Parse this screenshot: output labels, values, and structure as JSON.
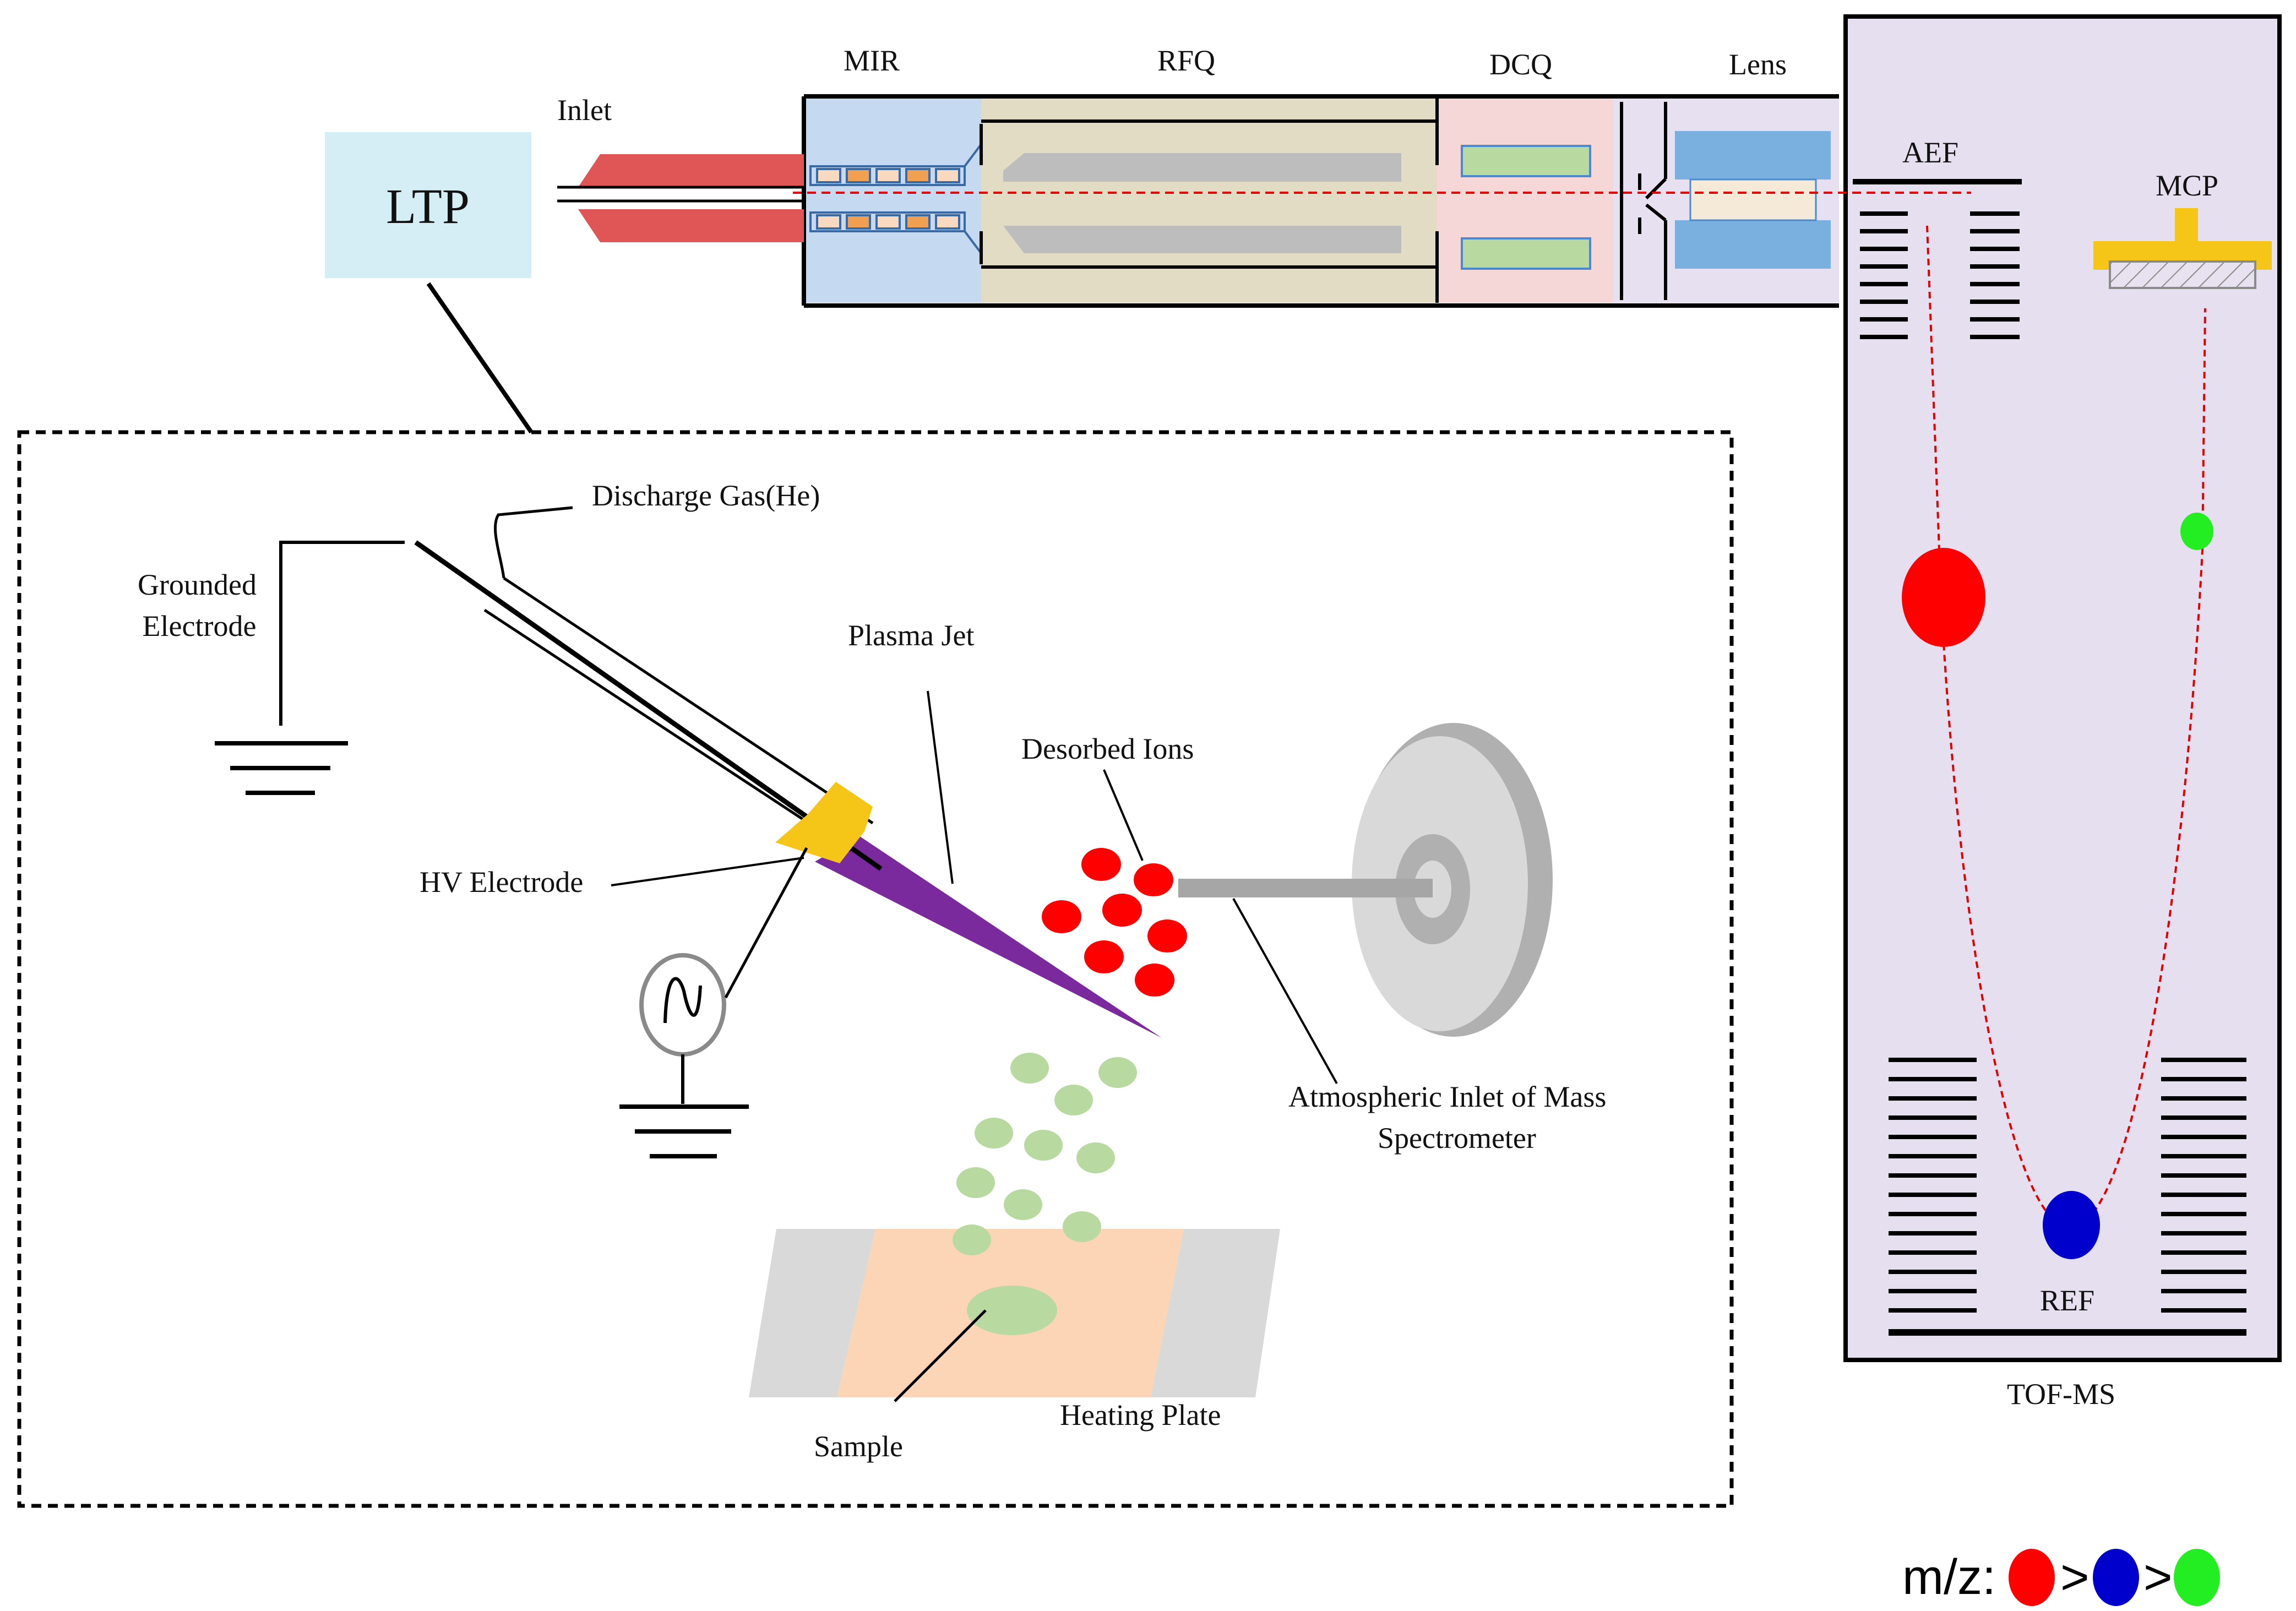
{
  "diagram": {
    "labels": {
      "ltp": "LTP",
      "inlet": "Inlet",
      "mir": "MIR",
      "rfq": "RFQ",
      "dcq": "DCQ",
      "lens": "Lens",
      "aef": "AEF",
      "mcp": "MCP",
      "ref": "REF",
      "tof_ms": "TOF-MS",
      "discharge_gas": "Discharge Gas(He)",
      "grounded_electrode_line1": "Grounded",
      "grounded_electrode_line2": "Electrode",
      "plasma_jet": "Plasma Jet",
      "desorbed_ions": "Desorbed Ions",
      "hv_electrode": "HV Electrode",
      "atmospheric_inlet_line1": "Atmospheric Inlet of Mass",
      "atmospheric_inlet_line2": "Spectrometer",
      "sample": "Sample",
      "heating_plate": "Heating Plate"
    },
    "legend": {
      "prefix": "m/z:",
      "gt1": ">",
      "gt2": ">",
      "order": [
        "red",
        "blue",
        "green"
      ]
    },
    "colors": {
      "ion_red": "#ff0000",
      "ion_blue": "#0000cc",
      "ion_green": "#22ee22",
      "plasma": "#7b2a9e",
      "mir_fill": "#c5d9f0",
      "rfq_fill": "#e1dcc3",
      "dcq_fill": "#f5d7d7",
      "lens_fill": "#e6e0f0",
      "tof_fill": "#e6dff0",
      "ltp_fill": "#d5eef5",
      "inlet_red": "#e05555",
      "electrode_yellow": "#f5c518",
      "sample_plate": "#fbd5b5",
      "plate_gray": "#d9d9d9",
      "neutral_green": "#b8d9a0"
    }
  }
}
